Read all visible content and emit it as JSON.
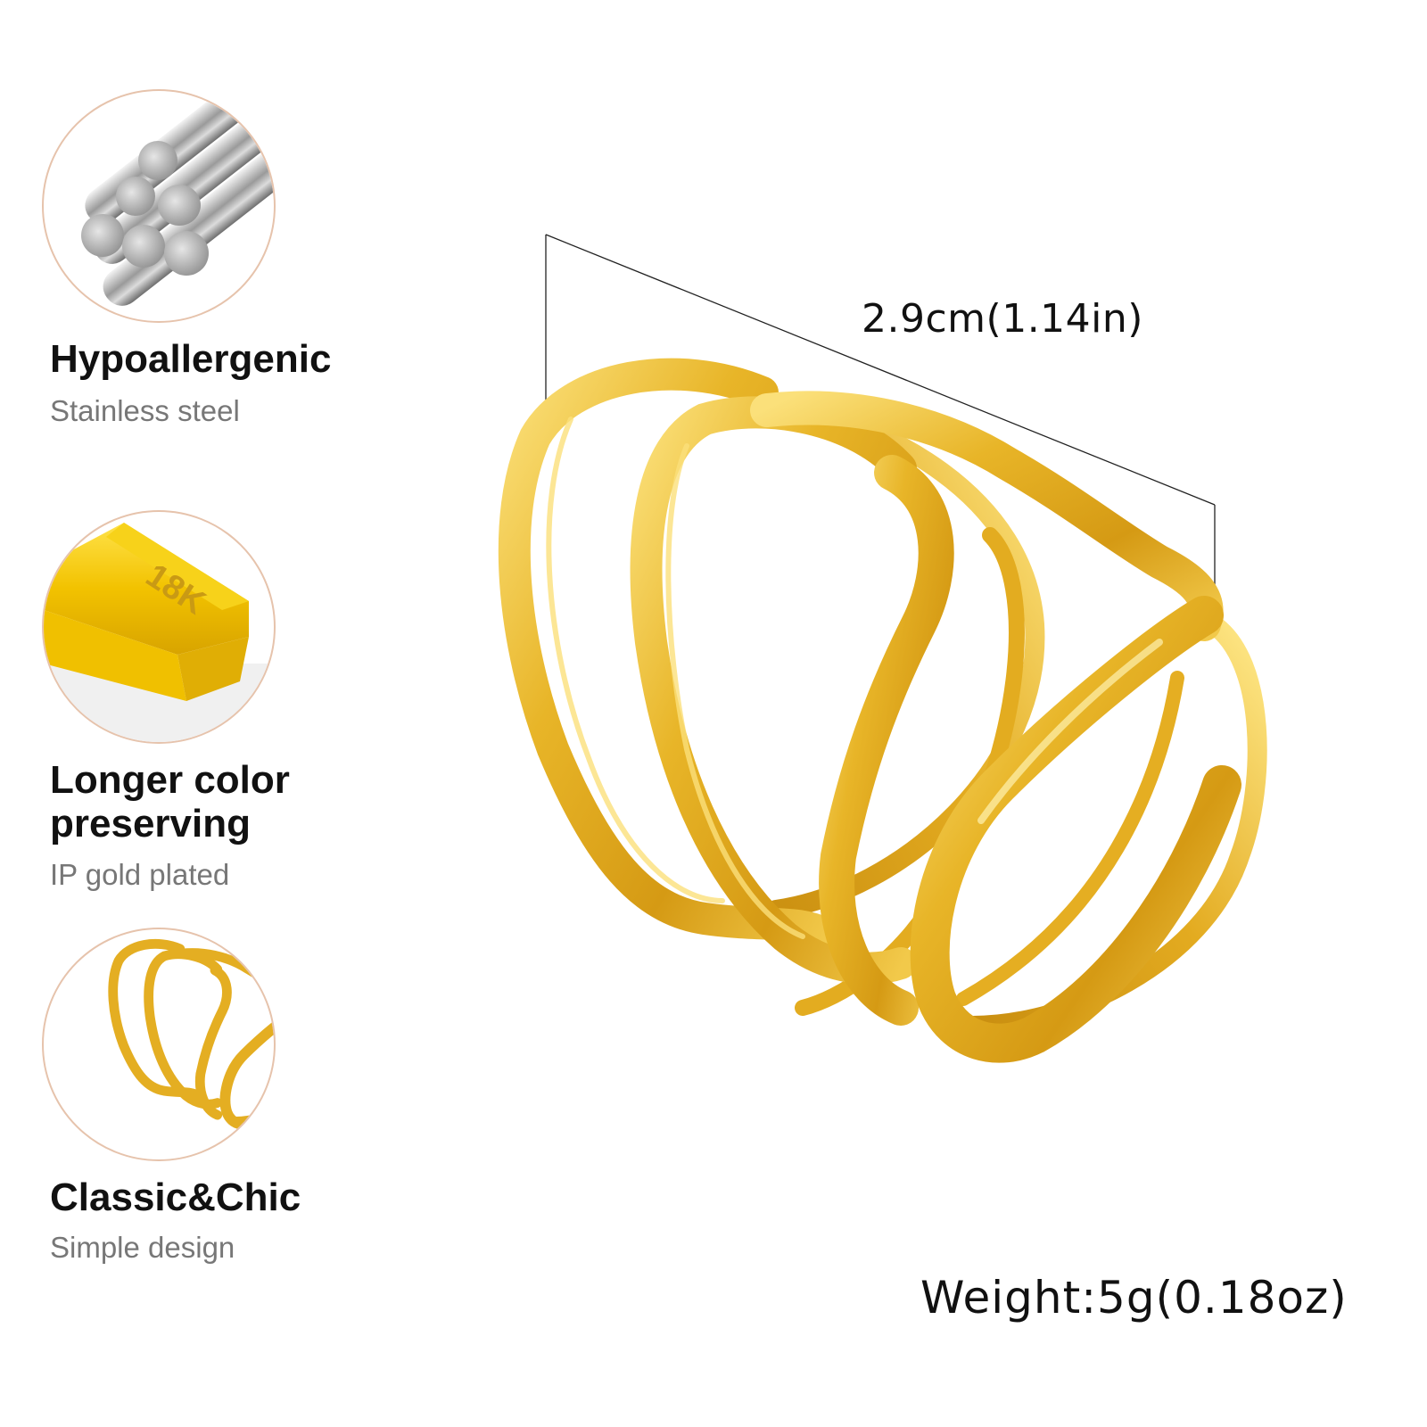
{
  "features": [
    {
      "icon": "steel-rods-icon",
      "title": "Hypoallergenic",
      "subtitle": "Stainless steel"
    },
    {
      "icon": "gold-bar-icon",
      "title_line1": "Longer color",
      "title_line2": "preserving",
      "subtitle": "IP gold plated",
      "badge": "18K"
    },
    {
      "icon": "ring-thumbnail-icon",
      "title": "Classic&Chic",
      "subtitle": "Simple design"
    }
  ],
  "product": {
    "name": "gold-layered-ring",
    "dimension_label": "2.9cm(1.14in)",
    "weight_label": "Weight:5g(0.18oz)"
  },
  "colors": {
    "gold": "#E8B528",
    "gold_dark": "#C48A0E",
    "gold_light": "#FBE07A",
    "circle_border": "#E6C3AC",
    "subtitle_gray": "#777777",
    "title_black": "#111111"
  }
}
